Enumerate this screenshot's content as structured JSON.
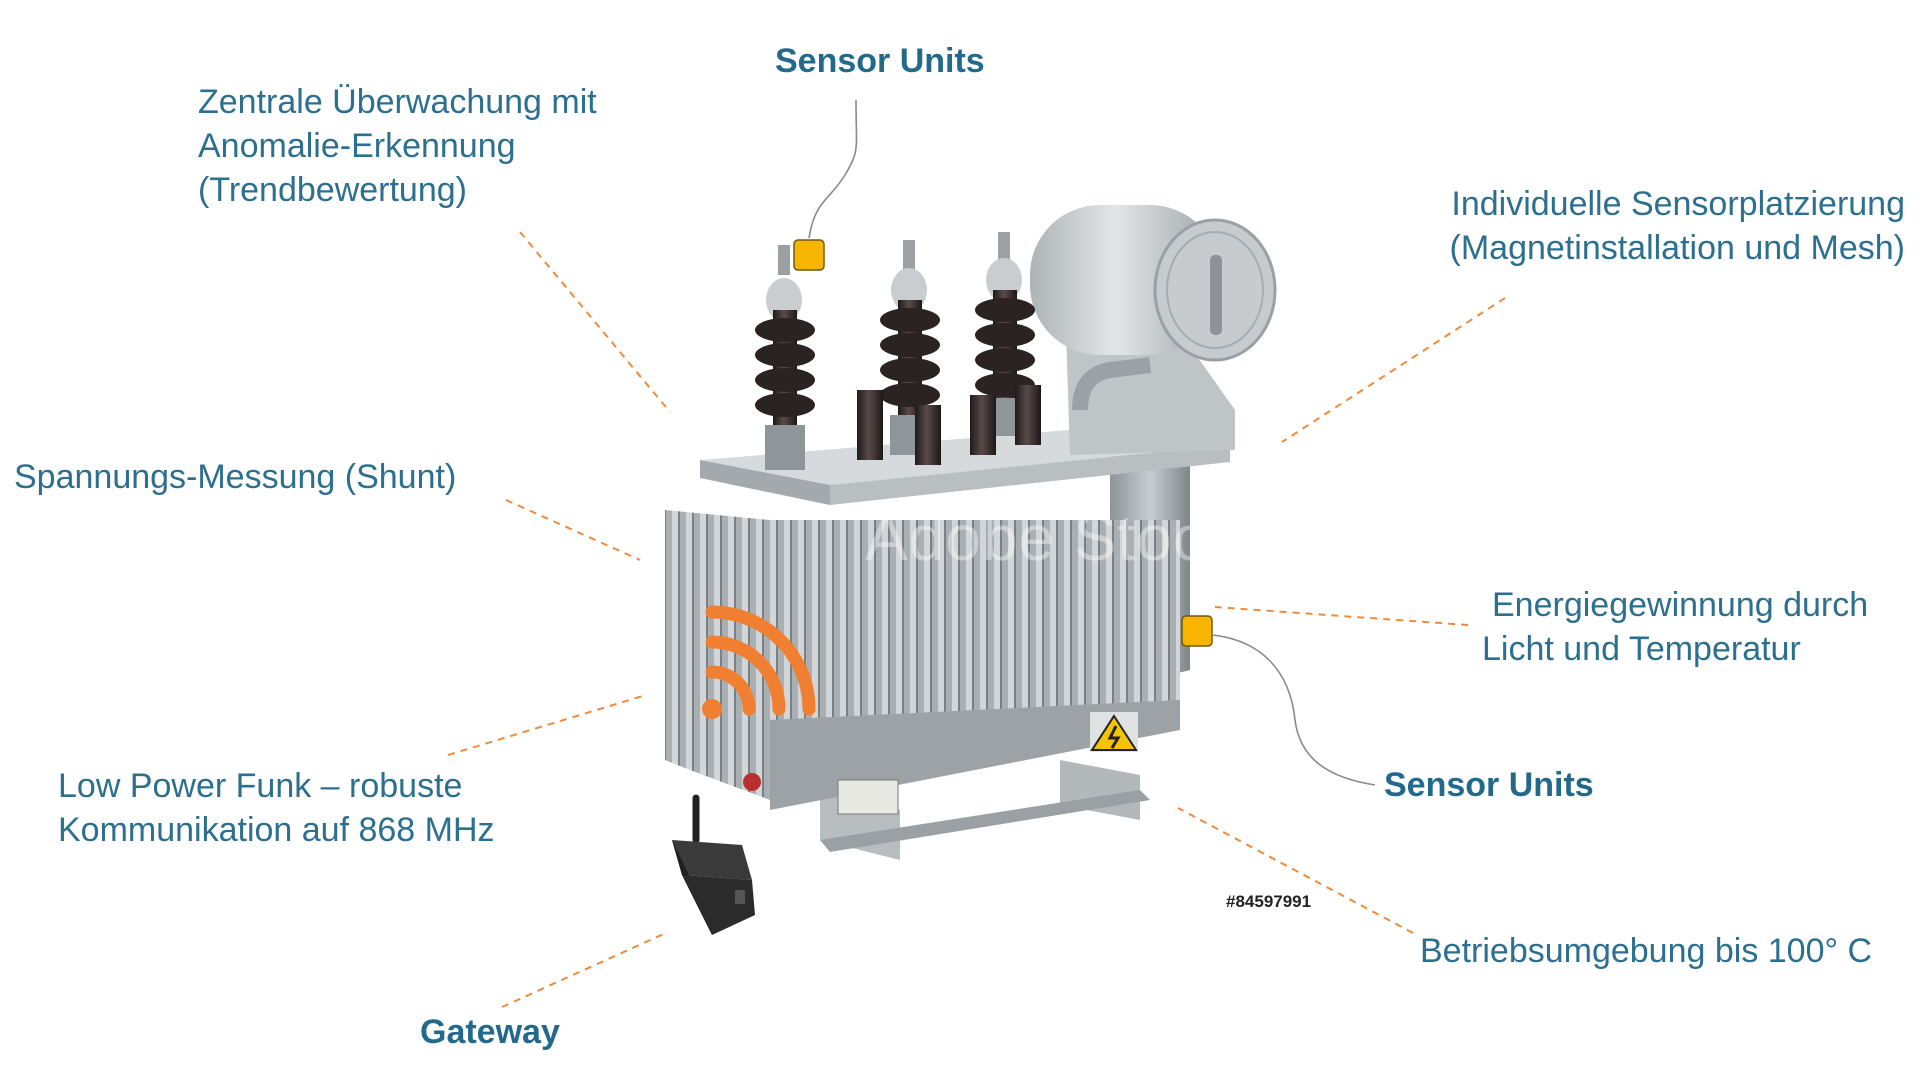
{
  "labels": {
    "sensor_units_top": "Sensor Units",
    "central_monitoring": "Zentrale Überwachung mit\nAnomalie-Erkennung\n(Trendbewertung)",
    "individual_placement": "Individuelle Sensorplatzierung\n(Magnetinstallation und Mesh)",
    "voltage_measurement": "Spannungs-Messung (Shunt)",
    "energy_harvesting": "Energiegewinnung durch\nLicht und Temperatur",
    "sensor_units_right": "Sensor Units",
    "low_power_radio": "Low Power Funk – robuste\nKommunikation auf 868 MHz",
    "operating_environment": "Betriebsumgebung bis 100° C",
    "gateway": "Gateway"
  },
  "stock_id": "#84597991",
  "watermark": "Adobe Stock",
  "colors": {
    "label_text": "#2c6f8f",
    "leader_dashed": "#f08a3c",
    "leader_solid": "#8a8a8a",
    "sensor_marker": "#f7b500",
    "wifi_icon": "#f07f32"
  }
}
